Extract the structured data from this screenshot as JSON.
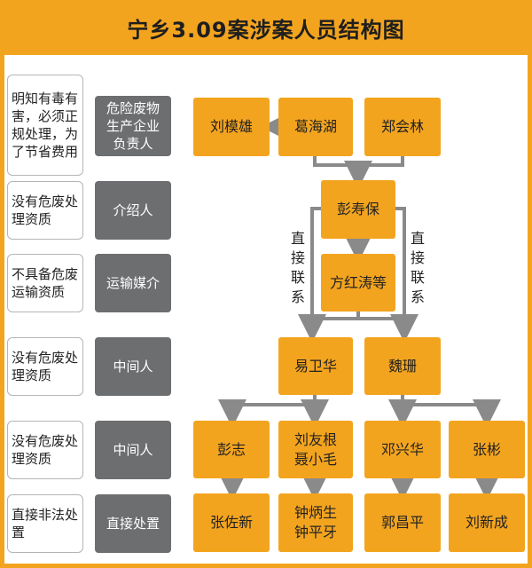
{
  "title": "宁乡3.09案涉案人员结构图",
  "colors": {
    "accent": "#f3a41f",
    "role_box": "#6d6e70",
    "connector": "#8a8a8a"
  },
  "rows": [
    {
      "desc": "明知有毒有害，必须正规处理，为了节省费用",
      "role": "危险废物生产企业负责人"
    },
    {
      "desc": "没有危废处理资质",
      "role": "介绍人"
    },
    {
      "desc": "不具备危废运输资质",
      "role": "运输媒介"
    },
    {
      "desc": "没有危废处理资质",
      "role": "中间人"
    },
    {
      "desc": "没有危废处理资质",
      "role": "中间人"
    },
    {
      "desc": "直接非法处置",
      "role": "直接处置"
    }
  ],
  "people": {
    "liu_moxiong": "刘模雄",
    "ge_haihu": "葛海湖",
    "zheng_huilin": "郑会林",
    "peng_shoubao": "彭寿保",
    "fang_hongtao": "方红涛等",
    "yi_weihua": "易卫华",
    "wei_shan": "魏珊",
    "peng_zhi": "彭志",
    "liu_yougen": "刘友根",
    "nie_xiaomao": "聂小毛",
    "deng_xinghua": "邓兴华",
    "zhang_bin": "张彬",
    "zhang_zuoxin": "张佐新",
    "zhong_bingsheng": "钟炳生",
    "zhong_pingya": "钟平牙",
    "guo_changping": "郭昌平",
    "liu_xincheng": "刘新成"
  },
  "links": {
    "left": "直接联系",
    "right": "直接联系"
  }
}
